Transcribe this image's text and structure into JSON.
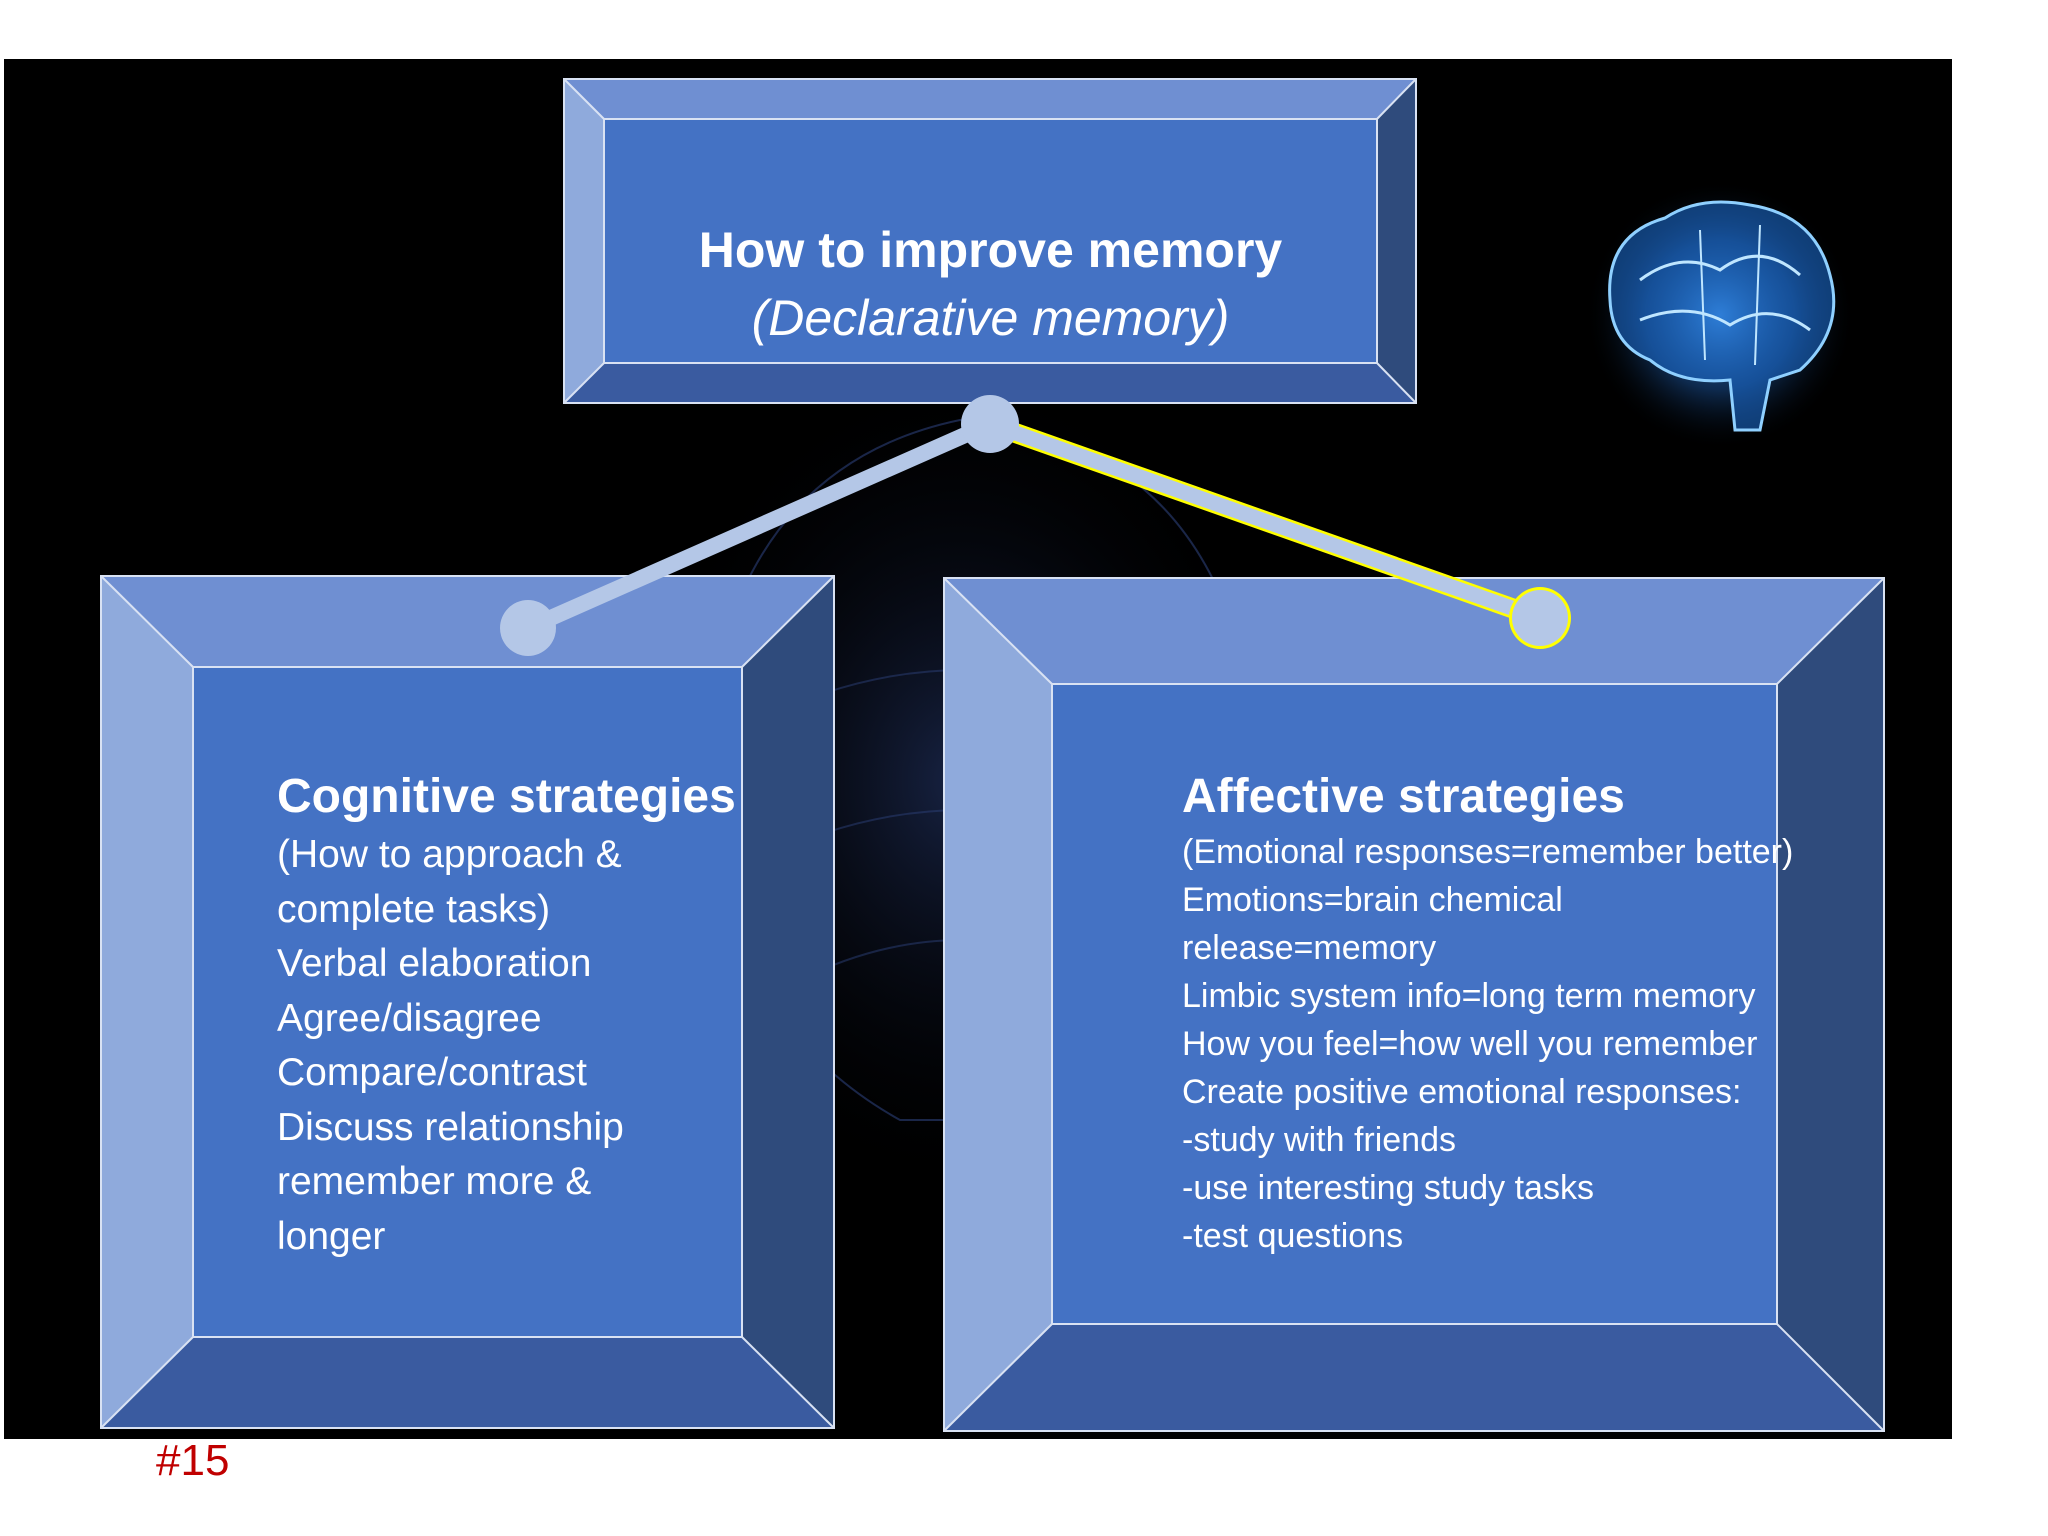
{
  "title_box": {
    "title": "How to improve memory",
    "subtitle": "(Declarative memory)"
  },
  "cognitive": {
    "heading": "Cognitive strategies",
    "lines": [
      "(How to approach &",
      "complete tasks)",
      "Verbal elaboration",
      "Agree/disagree",
      "Compare/contrast",
      "Discuss relationship",
      "remember more &",
      "longer"
    ]
  },
  "affective": {
    "heading": "Affective strategies",
    "lines": [
      "(Emotional responses=remember better)",
      "Emotions=brain chemical",
      "release=memory",
      "Limbic system info=long term memory",
      "How you feel=how well you remember",
      "Create positive emotional responses:",
      "-study with friends",
      "-use interesting study tasks",
      "-test questions"
    ]
  },
  "slide_number": "#15",
  "colors": {
    "face": "#4472c4",
    "bevel_top": "#6f8fd2",
    "bevel_left": "#8faadc",
    "bevel_right": "#2f4b7c",
    "bevel_bottom": "#3a5ba0",
    "connector": "#b4c7e7",
    "highlight": "#ffff00",
    "slide_number": "#c00000"
  }
}
